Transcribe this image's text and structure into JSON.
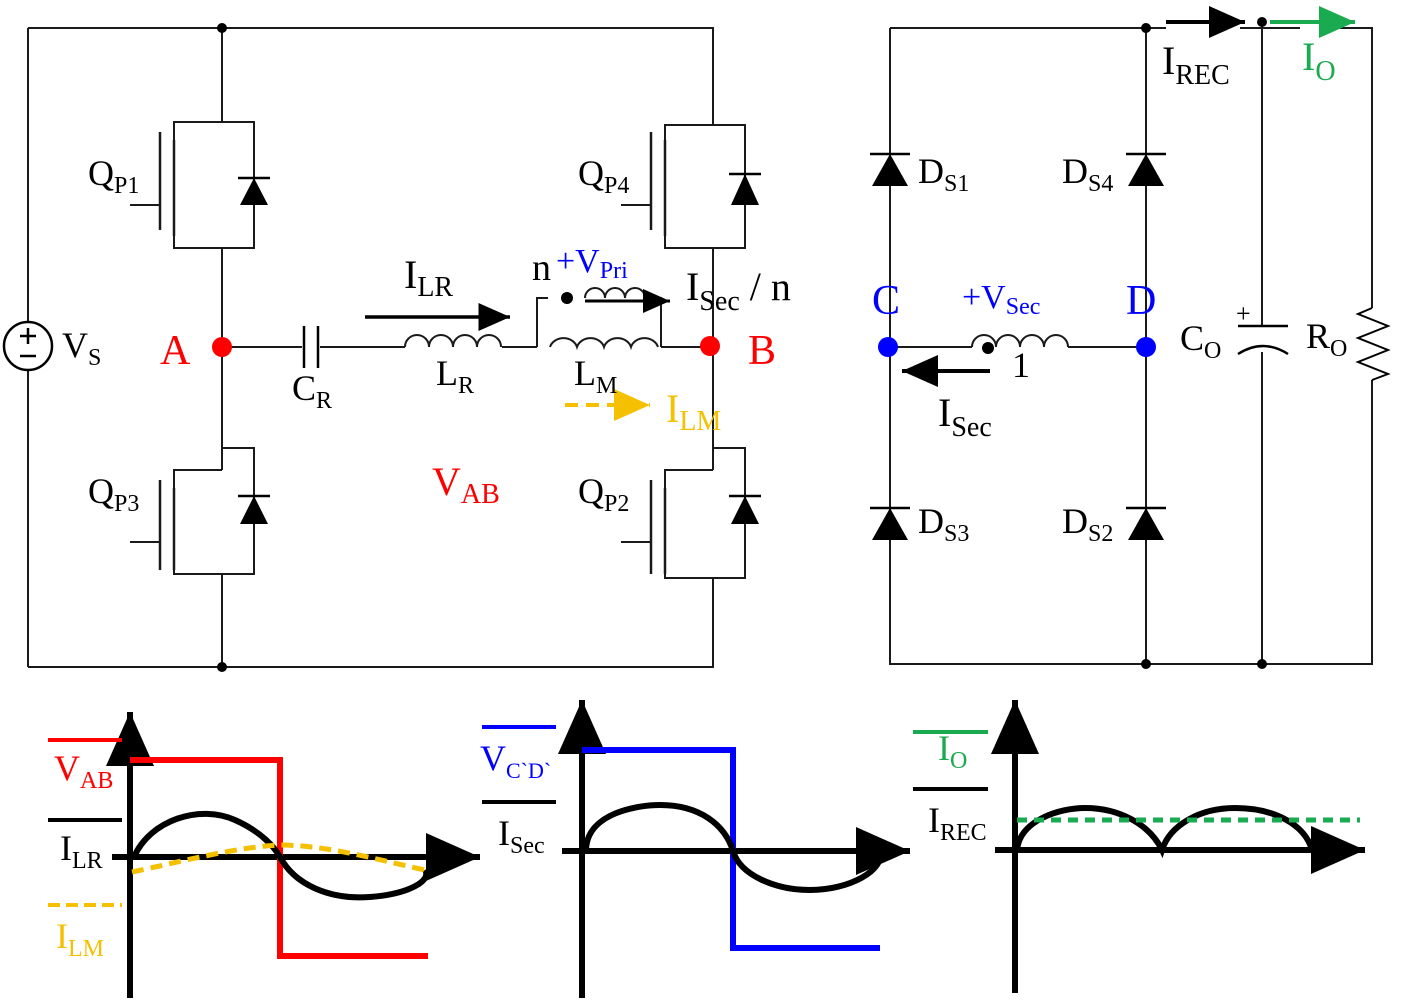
{
  "colors": {
    "wire": "#1a1a1a",
    "node_red": "#ff0000",
    "node_blue": "#0000ff",
    "sec_blue": "#0000ff",
    "yellow": "#f5c000",
    "green": "#1aaa50",
    "black": "#000000"
  },
  "primary": {
    "source": {
      "main": "V",
      "sub": "S"
    },
    "node_a": "A",
    "node_b": "B",
    "qp1": {
      "main": "Q",
      "sub": "P1"
    },
    "qp2": {
      "main": "Q",
      "sub": "P2"
    },
    "qp3": {
      "main": "Q",
      "sub": "P3"
    },
    "qp4": {
      "main": "Q",
      "sub": "P4"
    },
    "cr": {
      "main": "C",
      "sub": "R"
    },
    "lr": {
      "main": "L",
      "sub": "R"
    },
    "lm": {
      "main": "L",
      "sub": "M"
    },
    "ilr": {
      "main": "I",
      "sub": "LR"
    },
    "ilm": {
      "main": "I",
      "sub": "LM"
    },
    "vab": {
      "main": "V",
      "sub": "AB"
    },
    "turns": "n",
    "vpri": {
      "main": "+V",
      "sub": "Pri"
    },
    "isec_over_n": {
      "main": "I",
      "sub": "Sec",
      "suffix": " / n"
    }
  },
  "secondary": {
    "node_c": "C",
    "node_d": "D",
    "ds1": {
      "main": "D",
      "sub": "S1"
    },
    "ds2": {
      "main": "D",
      "sub": "S2"
    },
    "ds3": {
      "main": "D",
      "sub": "S3"
    },
    "ds4": {
      "main": "D",
      "sub": "S4"
    },
    "vsec": {
      "main": "+V",
      "sub": "Sec"
    },
    "turns": "1",
    "isec": {
      "main": "I",
      "sub": "Sec"
    },
    "irec": {
      "main": "I",
      "sub": "REC"
    },
    "io": {
      "main": "I",
      "sub": "O"
    },
    "co": {
      "main": "C",
      "sub": "O"
    },
    "co_plus": "+",
    "ro": {
      "main": "R",
      "sub": "O"
    }
  },
  "waveforms": {
    "w1": {
      "vab": {
        "main": "V",
        "sub": "AB"
      },
      "ilr": {
        "main": "I",
        "sub": "LR"
      },
      "ilm": {
        "main": "I",
        "sub": "LM"
      }
    },
    "w2": {
      "vcd": {
        "main": "V",
        "sub": "C`D`"
      },
      "isec": {
        "main": "I",
        "sub": "Sec"
      }
    },
    "w3": {
      "io": {
        "main": "I",
        "sub": "O"
      },
      "irec": {
        "main": "I",
        "sub": "REC"
      }
    }
  }
}
